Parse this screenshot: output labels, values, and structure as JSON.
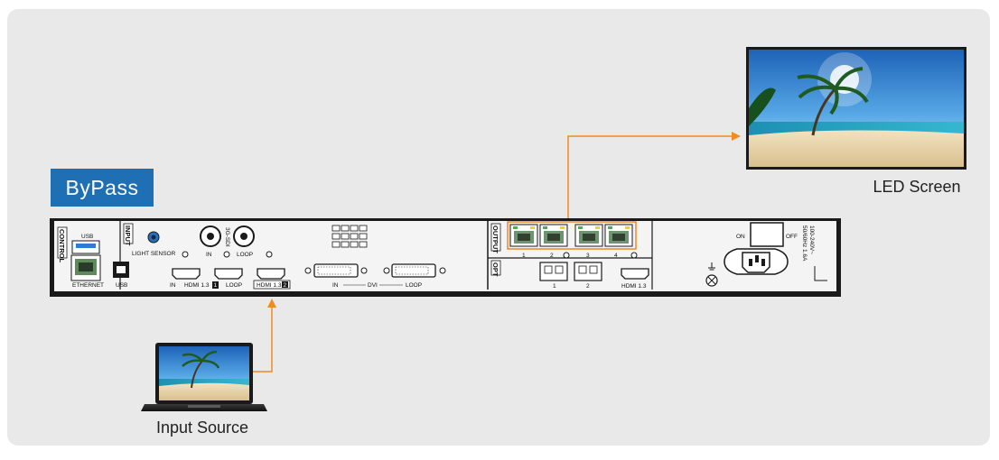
{
  "mode_badge": "ByPass",
  "captions": {
    "led_screen": "LED Screen",
    "input_source": "Input Source"
  },
  "device": {
    "sections": {
      "control": "CONTROL",
      "input": "INPUT",
      "output": "OUTPUT",
      "opt": "OPT"
    },
    "labels": {
      "usb_top": "USB",
      "ethernet": "ETHERNET",
      "usb_b": "USB",
      "light_sensor": "LIGHT SENSOR",
      "sdi": "3G-SDI",
      "sdi_in": "IN",
      "sdi_loop": "LOOP",
      "hdmi1_in": "IN",
      "hdmi1_name": "HDMI 1.3",
      "hdmi1_num": "1",
      "hdmi1_loop": "LOOP",
      "hdmi2_name": "HDMI 1.3",
      "hdmi2_num": "2",
      "dvi_in": "IN",
      "dvi": "DVI",
      "dvi_loop": "LOOP",
      "out1": "1",
      "out2": "2",
      "out3": "3",
      "out4": "4",
      "opt1": "1",
      "opt2": "2",
      "hdmi_out": "HDMI 1.3",
      "power_on": "ON",
      "power_off": "OFF",
      "rating1": "50/60Hz 1.6A",
      "rating2": "100-240V~"
    }
  },
  "colors": {
    "badge": "#1f6fb5",
    "arrow": "#f08a24",
    "panel": "#e9e9ea",
    "device": "#1a1a1a"
  }
}
